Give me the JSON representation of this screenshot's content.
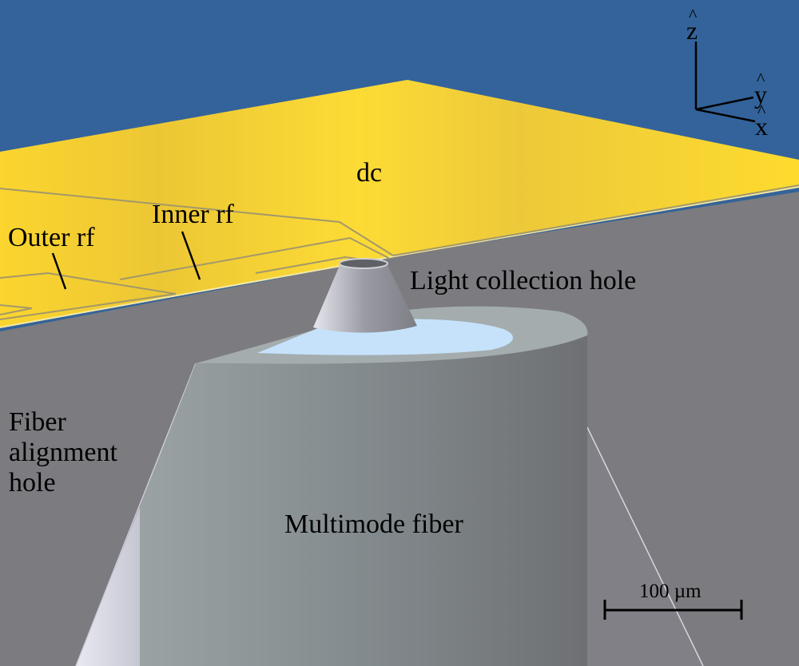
{
  "labels": {
    "dc": "dc",
    "inner_rf": "Inner rf",
    "outer_rf": "Outer rf",
    "light_collection_hole": "Light collection hole",
    "fiber_alignment_hole": [
      "Fiber",
      "alignment",
      "hole"
    ],
    "multimode_fiber": "Multimode fiber",
    "scale_bar": "100 µm"
  },
  "axes": {
    "z": "z",
    "y": "y",
    "x": "x"
  },
  "colors": {
    "background": "#33639a",
    "electrode_gold": "#fdd835",
    "substrate_gray": "#7b7b80",
    "fiber_gray": "#8f979a",
    "fiber_core": "#c6e2fb"
  }
}
